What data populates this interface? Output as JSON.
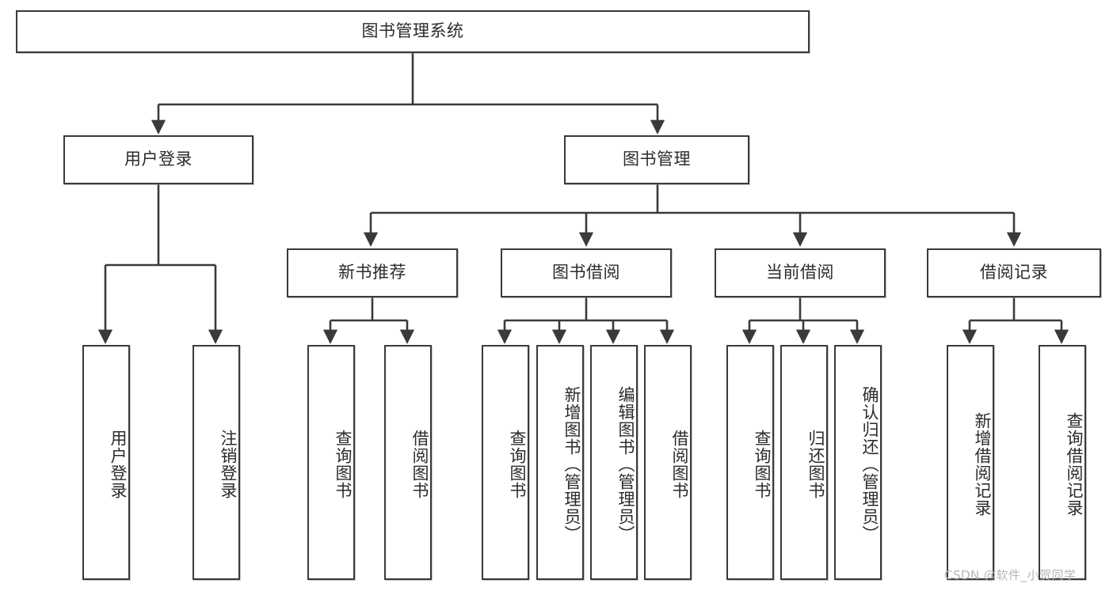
{
  "diagram": {
    "title": "图书管理系统",
    "type": "functional-structure-tree",
    "watermark": "CSDN @软件_小贺同学",
    "colors": {
      "box_border": "#3a3a3a",
      "box_fill": "#ffffff",
      "edge": "#3a3a3a",
      "text": "#2b2b2b",
      "watermark": "#b6b6b6",
      "background": "#ffffff"
    },
    "root": {
      "id": "root",
      "label": "图书管理系统",
      "orientation": "horizontal"
    },
    "level1": [
      {
        "id": "user-login",
        "label": "用户登录",
        "orientation": "horizontal"
      },
      {
        "id": "book-management",
        "label": "图书管理",
        "orientation": "horizontal"
      }
    ],
    "level2": [
      {
        "id": "new-book-recommend",
        "label": "新书推荐",
        "parent": "book-management",
        "orientation": "horizontal"
      },
      {
        "id": "book-borrow",
        "label": "图书借阅",
        "parent": "book-management",
        "orientation": "horizontal"
      },
      {
        "id": "current-borrow",
        "label": "当前借阅",
        "parent": "book-management",
        "orientation": "horizontal"
      },
      {
        "id": "borrow-record",
        "label": "借阅记录",
        "parent": "book-management",
        "orientation": "horizontal"
      }
    ],
    "leaves": [
      {
        "id": "leaf-user-login",
        "label": "用户登录",
        "parent": "user-login",
        "orientation": "vertical"
      },
      {
        "id": "leaf-user-logout",
        "label": "注销登录",
        "parent": "user-login",
        "orientation": "vertical"
      },
      {
        "id": "leaf-query-book-1",
        "label": "查询图书",
        "parent": "new-book-recommend",
        "orientation": "vertical"
      },
      {
        "id": "leaf-borrow-book-1",
        "label": "借阅图书",
        "parent": "new-book-recommend",
        "orientation": "vertical"
      },
      {
        "id": "leaf-query-book-2",
        "label": "查询图书",
        "parent": "book-borrow",
        "orientation": "vertical"
      },
      {
        "id": "leaf-add-book",
        "label": "新增图书（管理员）",
        "parent": "book-borrow",
        "orientation": "vertical"
      },
      {
        "id": "leaf-edit-book",
        "label": "编辑图书（管理员）",
        "parent": "book-borrow",
        "orientation": "vertical"
      },
      {
        "id": "leaf-borrow-book-2",
        "label": "借阅图书",
        "parent": "book-borrow",
        "orientation": "vertical"
      },
      {
        "id": "leaf-query-book-3",
        "label": "查询图书",
        "parent": "current-borrow",
        "orientation": "vertical"
      },
      {
        "id": "leaf-return-book",
        "label": "归还图书",
        "parent": "current-borrow",
        "orientation": "vertical"
      },
      {
        "id": "leaf-confirm-return",
        "label": "确认归还（管理员）",
        "parent": "current-borrow",
        "orientation": "vertical"
      },
      {
        "id": "leaf-add-record",
        "label": "新增借阅记录",
        "parent": "borrow-record",
        "orientation": "vertical"
      },
      {
        "id": "leaf-query-record",
        "label": "查询借阅记录",
        "parent": "borrow-record",
        "orientation": "vertical"
      }
    ]
  }
}
